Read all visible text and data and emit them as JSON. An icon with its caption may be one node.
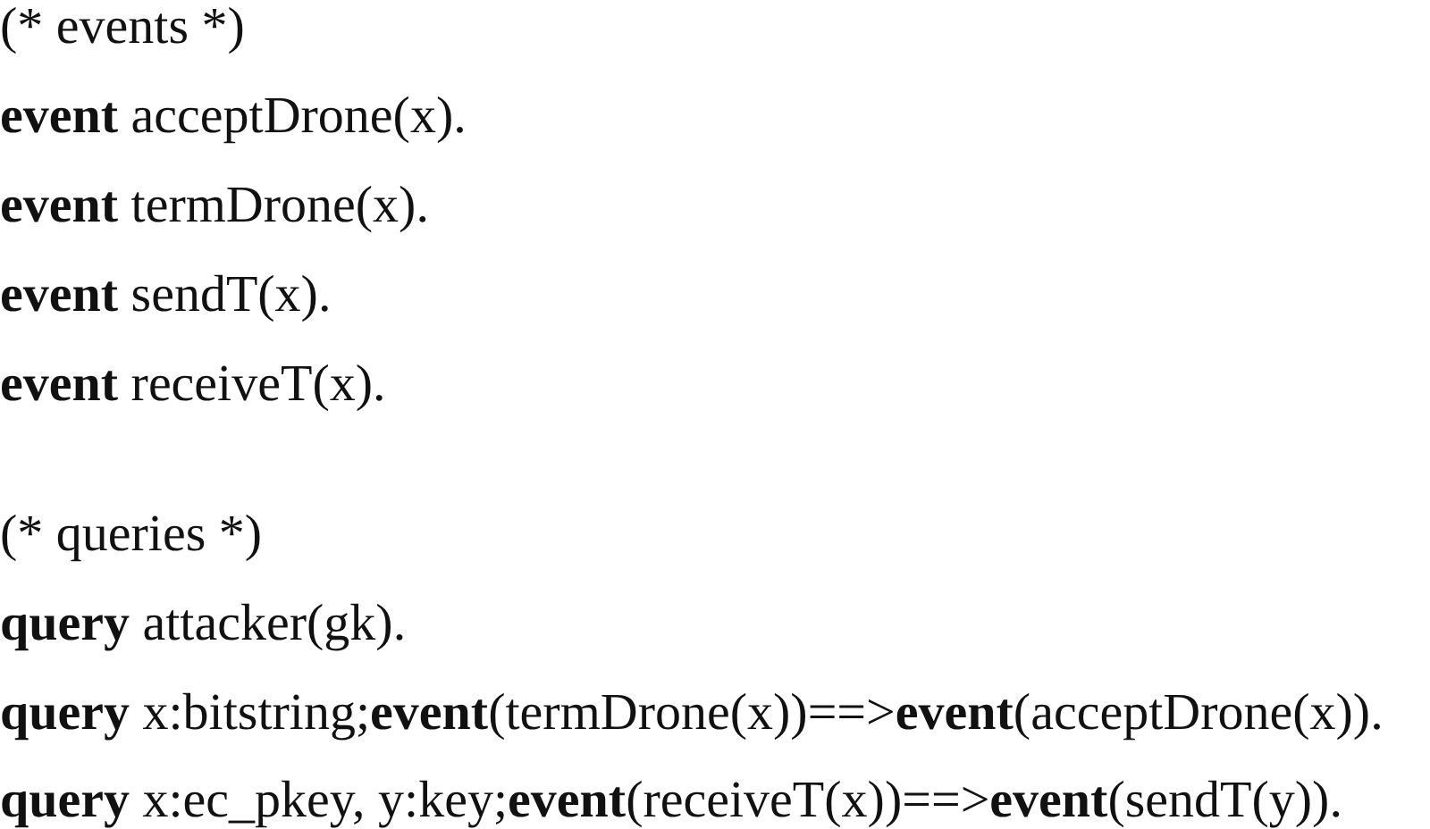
{
  "diagram": {
    "labels": [
      "(* events *)",
      "**event** acceptDrone(x).",
      "**event** termDrone(x).",
      "**event** sendT(x).",
      "**event** receiveT(x).",
      "(* queries *)",
      "**query** attacker(gk).",
      "**query** x:bitstring;**event**(termDrone(x))==>**event**(acceptDrone(x)).",
      "**query** x:ec_pkey, y:key;**event**(receiveT(x))==>**event**(sendT(y))."
    ]
  }
}
